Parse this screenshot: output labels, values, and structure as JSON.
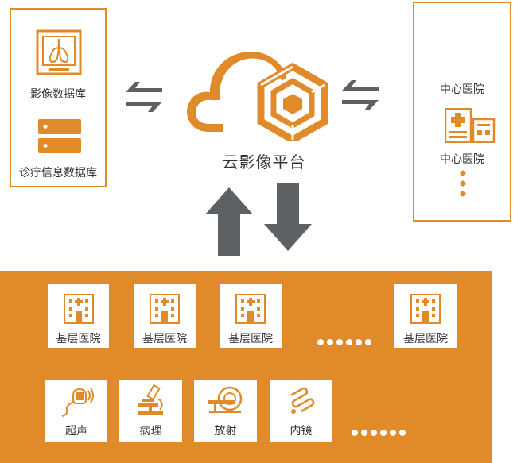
{
  "colors": {
    "accent": "#e08a2a",
    "arrow": "#5d6163",
    "text": "#333333"
  },
  "left_panel": {
    "items": [
      {
        "label": "影像数据库",
        "icon": "lungs-xray-icon"
      },
      {
        "label": "诊疗信息数据库",
        "icon": "database-server-icon"
      }
    ]
  },
  "center": {
    "platform_label": "云影像平台",
    "icon": "cloud-hexagon-logo-icon"
  },
  "right_panel": {
    "items": [
      {
        "label": "中心医院"
      },
      {
        "label": "中心医院",
        "icon": "hospital-building-icon"
      }
    ],
    "more": "vertical-dots"
  },
  "hospitals": [
    {
      "label": "基层医院",
      "icon": "hospital-icon"
    },
    {
      "label": "基层医院",
      "icon": "hospital-icon"
    },
    {
      "label": "基层医院",
      "icon": "hospital-icon"
    },
    {
      "label": "基层医院",
      "icon": "hospital-icon"
    }
  ],
  "departments": [
    {
      "label": "超声",
      "icon": "ultrasound-probe-icon"
    },
    {
      "label": "病理",
      "icon": "microscope-icon"
    },
    {
      "label": "放射",
      "icon": "ct-scanner-icon"
    },
    {
      "label": "内镜",
      "icon": "endoscope-icon"
    }
  ]
}
